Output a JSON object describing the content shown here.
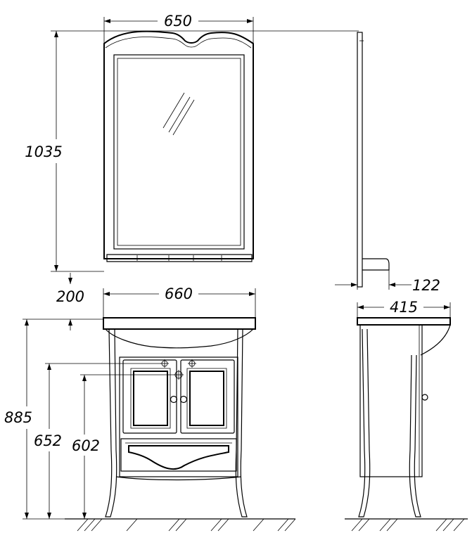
{
  "dimensions": {
    "mirror_width": "650",
    "mirror_height": "1035",
    "mirror_gap": "200",
    "vanity_width": "660",
    "mirror_depth": "122",
    "vanity_depth": "415",
    "vanity_height": "885",
    "upper_pipe_height": "652",
    "lower_pipe_height": "602"
  }
}
